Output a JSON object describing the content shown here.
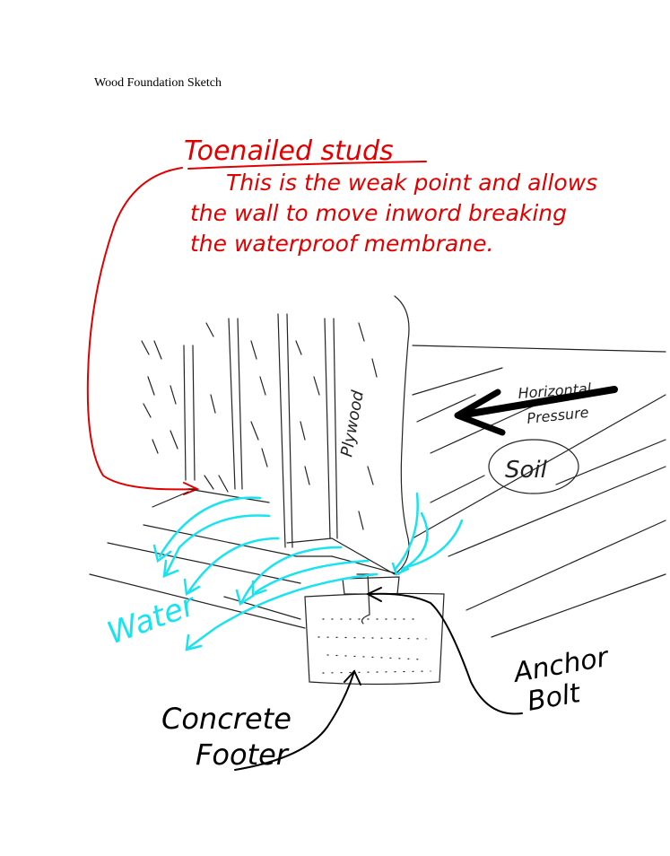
{
  "document": {
    "title": "Wood Foundation Sketch"
  },
  "annotations": {
    "heading": "Toenailed studs",
    "note_lines": [
      "This is the weak point and allows",
      "the wall to move inword breaking",
      "the waterproof membrane."
    ],
    "plywood": "Plywood",
    "horizontal": "Horizontal",
    "pressure": "Pressure",
    "soil": "Soil",
    "water": "Water",
    "anchor": "Anchor",
    "bolt": "Bolt",
    "concrete": "Concrete",
    "footer": "Footer"
  },
  "colors": {
    "note": "#e00000",
    "water": "#19e3f0",
    "ink": "#000000"
  }
}
